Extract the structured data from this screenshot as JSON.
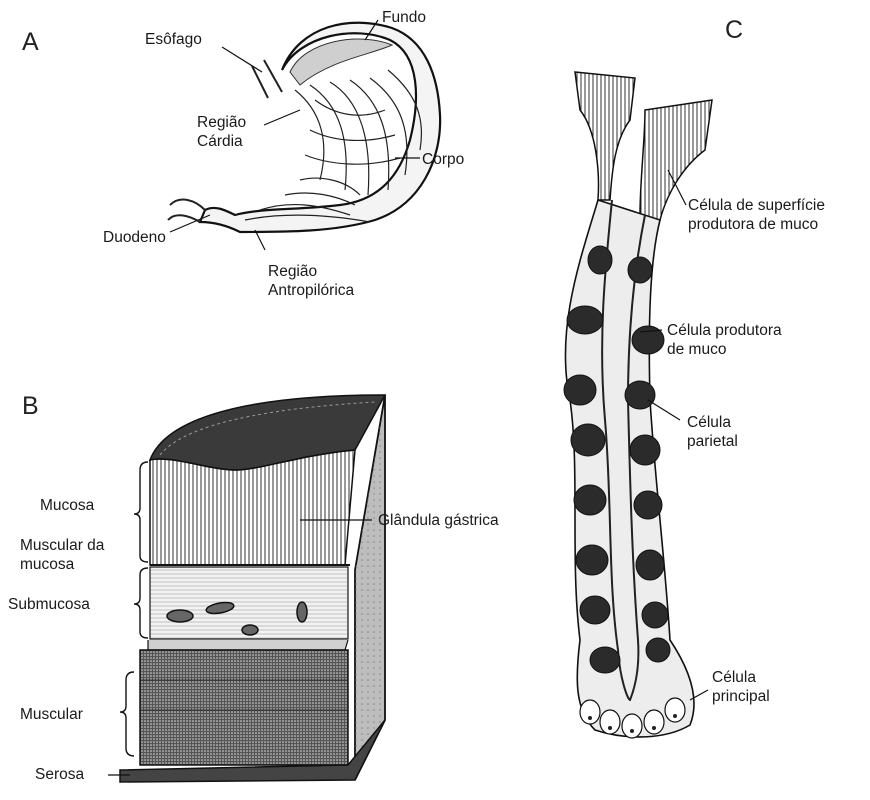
{
  "panels": {
    "a": {
      "letter": "A",
      "labels": {
        "esofago": "Esôfago",
        "fundo": "Fundo",
        "regiao_cardia": [
          "Região",
          "Cárdia"
        ],
        "corpo": "Corpo",
        "duodeno": "Duodeno",
        "regiao_antropilorica": [
          "Região",
          "Antropilórica"
        ]
      }
    },
    "b": {
      "letter": "B",
      "labels": {
        "mucosa": "Mucosa",
        "glandula_gastrica": "Glândula gástrica",
        "muscular_da_mucosa": [
          "Muscular da",
          "mucosa"
        ],
        "submucosa": "Submucosa",
        "muscular": "Muscular",
        "serosa": "Serosa"
      }
    },
    "c": {
      "letter": "C",
      "labels": {
        "celula_superficie": [
          "Célula de superfície",
          "produtora de muco"
        ],
        "celula_produtora": [
          "Célula produtora",
          "de muco"
        ],
        "celula_parietal": [
          "Célula",
          "parietal"
        ],
        "celula_principal": [
          "Célula",
          "principal"
        ]
      }
    }
  }
}
